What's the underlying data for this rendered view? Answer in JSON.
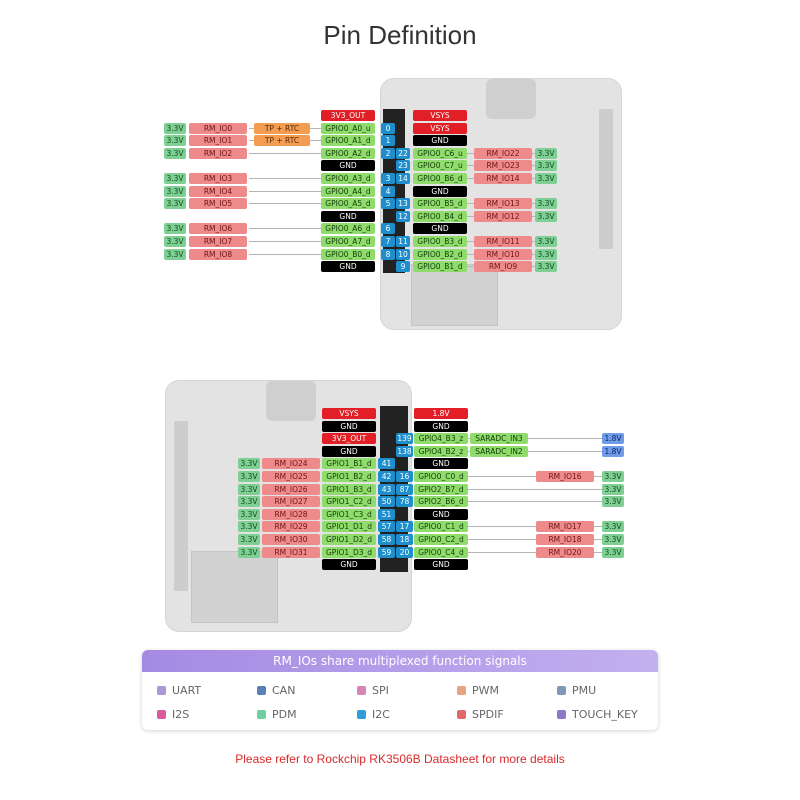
{
  "title": "Pin Definition",
  "colors": {
    "v33": "#7fcf94",
    "rm": "#ef8a8a",
    "tp": "#f29d52",
    "power": "#e21f26",
    "gnd": "#000000",
    "gpio": "#8fdc6d",
    "pin": "#1e8fcc",
    "v18": "#6f9be8"
  },
  "top_diagram": {
    "rows": [
      {
        "lgpio": "3V3_OUT",
        "lc": "red",
        "rgpio": "VSYS",
        "rc": "red"
      },
      {
        "lv": "3.3V",
        "lrm": "RM_IO0",
        "ltp": "TP + RTC",
        "lgpio": "GPIO0_A0_u",
        "lpin": "0",
        "rgpio": "VSYS",
        "rc": "red"
      },
      {
        "lv": "3.3V",
        "lrm": "RM_IO1",
        "ltp": "TP + RTC",
        "lgpio": "GPIO0_A1_d",
        "lpin": "1",
        "rgpio": "GND",
        "rc": "blk"
      },
      {
        "lv": "3.3V",
        "lrm": "RM_IO2",
        "lgpio": "GPIO0_A2_d",
        "lpin": "2",
        "rpin": "22",
        "rgpio": "GPIO0_C6_u",
        "rrm": "RM_IO22",
        "rv": "3.3V"
      },
      {
        "lgpio": "GND",
        "lc": "blk",
        "rpin": "23",
        "rgpio": "GPIO0_C7_u",
        "rrm": "RM_IO23",
        "rv": "3.3V"
      },
      {
        "lv": "3.3V",
        "lrm": "RM_IO3",
        "lgpio": "GPIO0_A3_d",
        "lpin": "3",
        "rpin": "14",
        "rgpio": "GPIO0_B6_d",
        "rrm": "RM_IO14",
        "rv": "3.3V"
      },
      {
        "lv": "3.3V",
        "lrm": "RM_IO4",
        "lgpio": "GPIO0_A4_d",
        "lpin": "4",
        "rgpio": "GND",
        "rc": "blk"
      },
      {
        "lv": "3.3V",
        "lrm": "RM_IO5",
        "lgpio": "GPIO0_A5_d",
        "lpin": "5",
        "rpin": "13",
        "rgpio": "GPIO0_B5_d",
        "rrm": "RM_IO13",
        "rv": "3.3V"
      },
      {
        "lgpio": "GND",
        "lc": "blk",
        "rpin": "12",
        "rgpio": "GPIO0_B4_d",
        "rrm": "RM_IO12",
        "rv": "3.3V"
      },
      {
        "lv": "3.3V",
        "lrm": "RM_IO6",
        "lgpio": "GPIO0_A6_d",
        "lpin": "6",
        "rgpio": "GND",
        "rc": "blk"
      },
      {
        "lv": "3.3V",
        "lrm": "RM_IO7",
        "lgpio": "GPIO0_A7_d",
        "lpin": "7",
        "rpin": "11",
        "rgpio": "GPIO0_B3_d",
        "rrm": "RM_IO11",
        "rv": "3.3V"
      },
      {
        "lv": "3.3V",
        "lrm": "RM_IO8",
        "lgpio": "GPIO0_B0_d",
        "lpin": "8",
        "rpin": "10",
        "rgpio": "GPIO0_B2_d",
        "rrm": "RM_IO10",
        "rv": "3.3V"
      },
      {
        "lgpio": "GND",
        "lc": "blk",
        "rpin": "9",
        "rgpio": "GPIO0_B1_d",
        "rrm": "RM_IO9",
        "rv": "3.3V"
      }
    ]
  },
  "bottom_diagram": {
    "rows": [
      {
        "lgpio": "VSYS",
        "lc": "red",
        "rgpio": "1.8V",
        "rc": "red"
      },
      {
        "lgpio": "GND",
        "lc": "blk",
        "rgpio": "GND",
        "rc": "blk"
      },
      {
        "lgpio": "3V3_OUT",
        "lc": "red",
        "rpin": "139",
        "rgpio": "GPIO4_B3_z",
        "radc": "SARADC_IN3",
        "rv": "1.8V",
        "rvc": "18"
      },
      {
        "lgpio": "GND",
        "lc": "blk",
        "rpin": "138",
        "rgpio": "GPIO4_B2_z",
        "radc": "SARADC_IN2",
        "rv": "1.8V",
        "rvc": "18"
      },
      {
        "lv": "3.3V",
        "lrm": "RM_IO24",
        "lgpio": "GPIO1_B1_d",
        "lpin": "41",
        "rgpio": "GND",
        "rc": "blk"
      },
      {
        "lv": "3.3V",
        "lrm": "RM_IO25",
        "lgpio": "GPIO1_B2_d",
        "lpin": "42",
        "rpin": "16",
        "rgpio": "GPIO0_C0_d",
        "rrm": "RM_IO16",
        "rv": "3.3V"
      },
      {
        "lv": "3.3V",
        "lrm": "RM_IO26",
        "lgpio": "GPIO1_B3_d",
        "lpin": "43",
        "rpin": "87",
        "rgpio": "GPIO2_B7_d",
        "rv": "3.3V"
      },
      {
        "lv": "3.3V",
        "lrm": "RM_IO27",
        "lgpio": "GPIO1_C2_d",
        "lpin": "50",
        "rpin": "78",
        "rgpio": "GPIO2_B6_d",
        "rv": "3.3V"
      },
      {
        "lv": "3.3V",
        "lrm": "RM_IO28",
        "lgpio": "GPIO1_C3_d",
        "lpin": "51",
        "rgpio": "GND",
        "rc": "blk"
      },
      {
        "lv": "3.3V",
        "lrm": "RM_IO29",
        "lgpio": "GPIO1_D1_d",
        "lpin": "57",
        "rpin": "17",
        "rgpio": "GPIO0_C1_d",
        "rrm": "RM_IO17",
        "rv": "3.3V"
      },
      {
        "lv": "3.3V",
        "lrm": "RM_IO30",
        "lgpio": "GPIO1_D2_d",
        "lpin": "58",
        "rpin": "18",
        "rgpio": "GPIO0_C2_d",
        "rrm": "RM_IO18",
        "rv": "3.3V"
      },
      {
        "lv": "3.3V",
        "lrm": "RM_IO31",
        "lgpio": "GPIO1_D3_d",
        "lpin": "59",
        "rpin": "20",
        "rgpio": "GPIO0_C4_d",
        "rrm": "RM_IO20",
        "rv": "3.3V"
      },
      {
        "lgpio": "GND",
        "lc": "blk",
        "rgpio": "GND",
        "rc": "blk"
      }
    ]
  },
  "legend": {
    "title": "RM_IOs share multiplexed function signals",
    "items": [
      {
        "label": "UART",
        "color": "#a99ad6"
      },
      {
        "label": "CAN",
        "color": "#5b7fb8"
      },
      {
        "label": "SPI",
        "color": "#d984b8"
      },
      {
        "label": "PWM",
        "color": "#e8a384"
      },
      {
        "label": "PMU",
        "color": "#7f98b8"
      },
      {
        "label": "I2S",
        "color": "#d95a9e"
      },
      {
        "label": "PDM",
        "color": "#6fcf9e"
      },
      {
        "label": "I2C",
        "color": "#2d9fd6"
      },
      {
        "label": "SPDIF",
        "color": "#e06a6a"
      },
      {
        "label": "TOUCH_KEY",
        "color": "#8d79c9"
      }
    ]
  },
  "note": "Please refer to Rockchip RK3506B Datasheet for more details"
}
